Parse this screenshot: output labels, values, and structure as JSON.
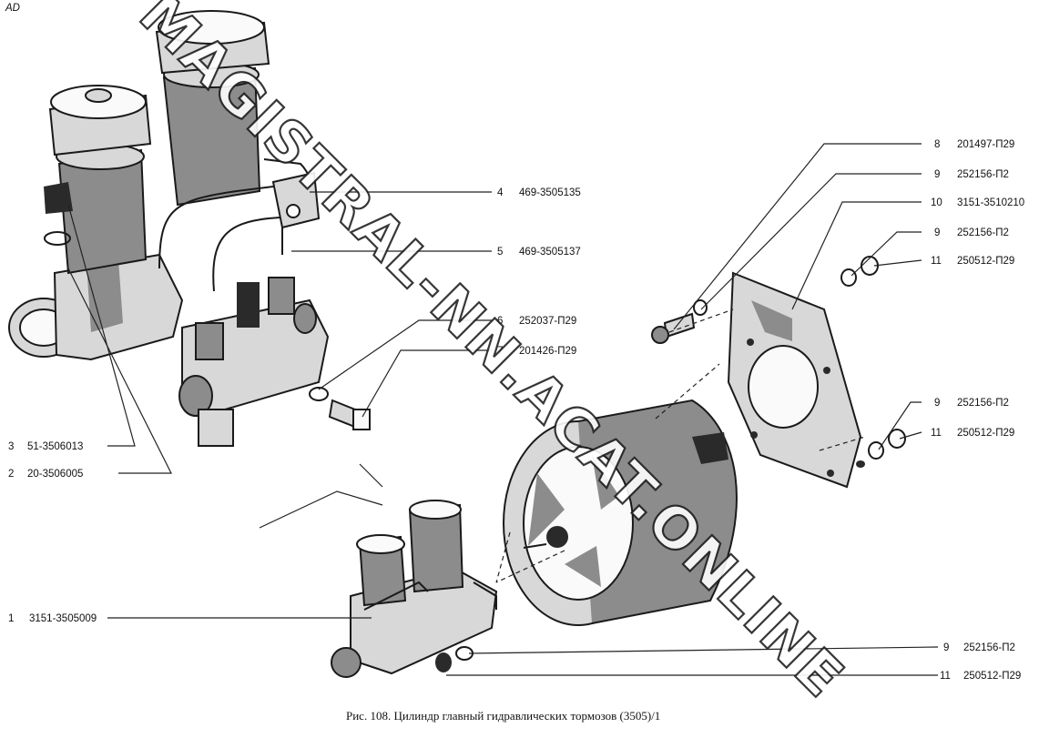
{
  "corner_mark": "AD",
  "caption": "Рис. 108. Цилиндр главный гидравлических тормозов (3505)/1",
  "watermark": "MAGISTRAL-NN.ACAT.ONLINE",
  "callouts": [
    {
      "num": "1",
      "part": "3151-3505009"
    },
    {
      "num": "2",
      "part": "20-3506005"
    },
    {
      "num": "3",
      "part": "51-3506013"
    },
    {
      "num": "4",
      "part": "469-3505135"
    },
    {
      "num": "5",
      "part": "469-3505137"
    },
    {
      "num": "6",
      "part": "252037-П29"
    },
    {
      "num": "7",
      "part": "201426-П29"
    },
    {
      "num": "8",
      "part": "201497-П29"
    },
    {
      "num": "9",
      "part": "252156-П2"
    },
    {
      "num": "10",
      "part": "3151-3510210"
    },
    {
      "num": "9",
      "part": "252156-П2"
    },
    {
      "num": "11",
      "part": "250512-П29"
    },
    {
      "num": "9",
      "part": "252156-П2"
    },
    {
      "num": "11",
      "part": "250512-П29"
    },
    {
      "num": "9",
      "part": "252156-П2"
    },
    {
      "num": "11",
      "part": "250512-П29"
    }
  ]
}
